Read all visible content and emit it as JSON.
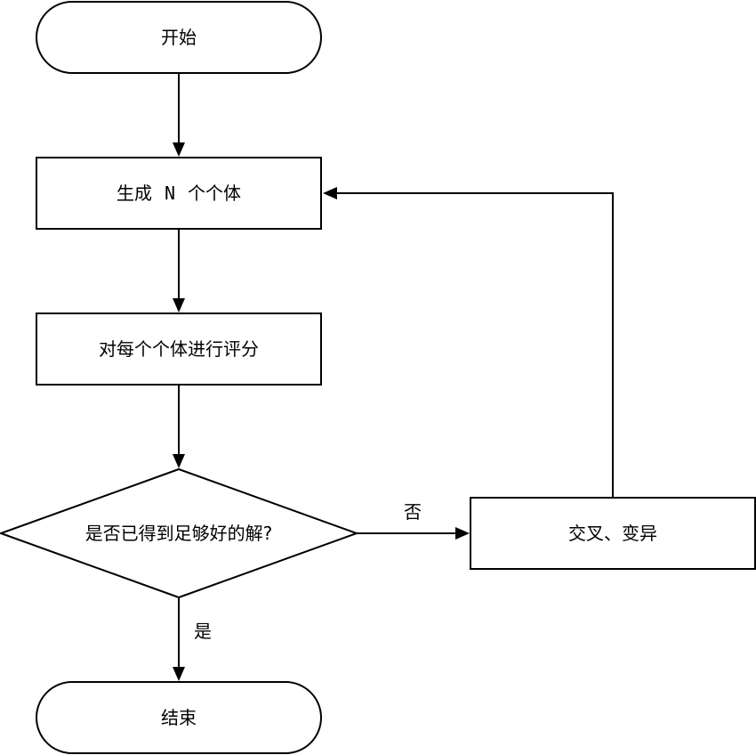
{
  "nodes": {
    "start": {
      "label": "开始"
    },
    "generate": {
      "label_prefix": "生成",
      "label_var": "N",
      "label_suffix": "个个体"
    },
    "evaluate": {
      "label": "对每个个体进行评分"
    },
    "decision": {
      "label": "是否已得到足够好的解?"
    },
    "crossover": {
      "label": "交叉、变异"
    },
    "end": {
      "label": "结束"
    }
  },
  "edges": {
    "no_label": "否",
    "yes_label": "是"
  }
}
